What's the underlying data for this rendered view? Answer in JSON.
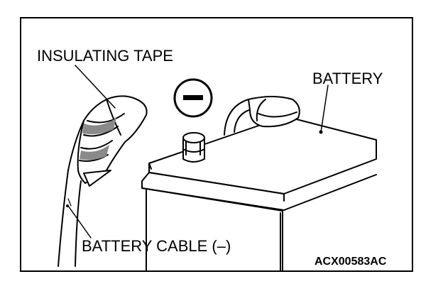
{
  "labels": {
    "insulating_tape": "INSULATING TAPE",
    "battery": "BATTERY",
    "battery_cable": "BATTERY CABLE (–)",
    "figure_code": "ACX00583AC"
  },
  "symbols": {
    "negative_terminal": "−"
  },
  "colors": {
    "ink": "#000000",
    "background": "#ffffff",
    "tape_shade": "#8a8a8a"
  }
}
